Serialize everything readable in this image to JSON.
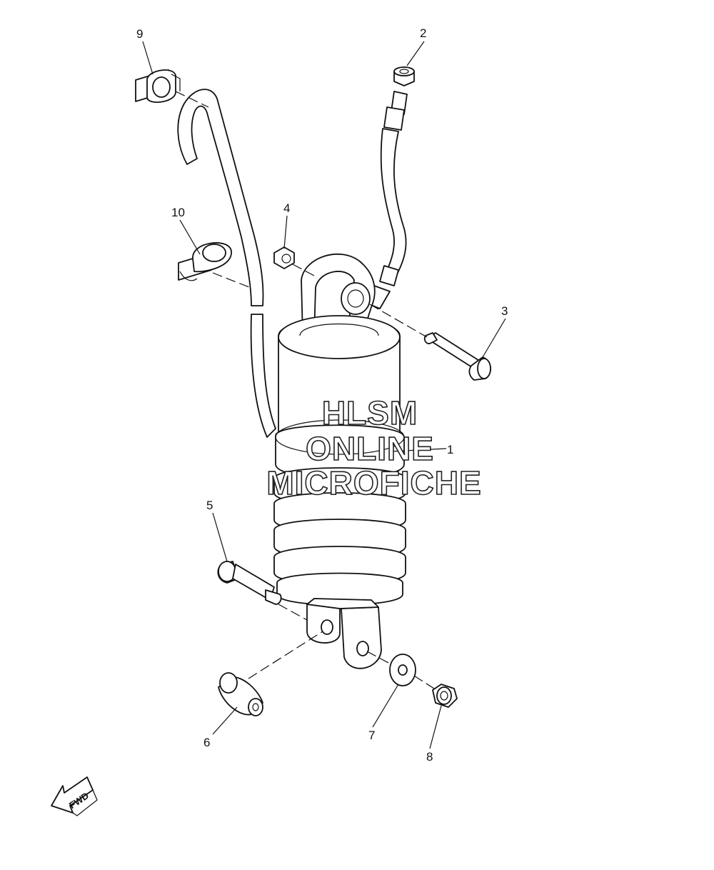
{
  "callouts": {
    "c1": "1",
    "c2": "2",
    "c3": "3",
    "c4": "4",
    "c5": "5",
    "c6": "6",
    "c7": "7",
    "c8": "8",
    "c9": "9",
    "c10": "10"
  },
  "watermark": {
    "line1": "HLSM",
    "line2": "ONLINE",
    "line3": "MICROFICHE"
  },
  "direction_badge": "FWD"
}
